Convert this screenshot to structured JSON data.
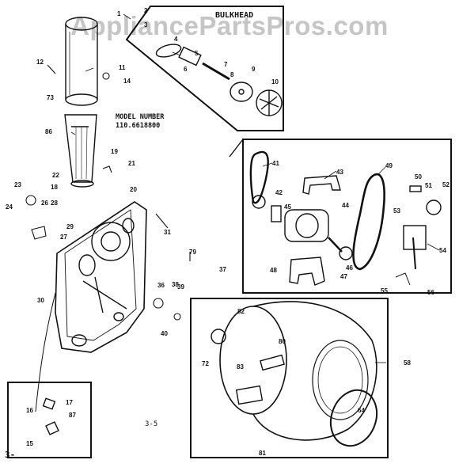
{
  "watermark": "AppliancePartsPros.com",
  "header": {
    "section_title": "BULKHEAD",
    "model_label": "MODEL NUMBER",
    "model_number": "110.6618800"
  },
  "footer": {
    "page_ref": "3-5",
    "corner_mark": "3-"
  },
  "callouts": [
    "1",
    "2",
    "3",
    "4",
    "5",
    "6",
    "7",
    "8",
    "9",
    "10",
    "11",
    "12",
    "14",
    "15",
    "16",
    "17",
    "18",
    "19",
    "20",
    "21",
    "22",
    "23",
    "24",
    "26",
    "27",
    "28",
    "29",
    "30",
    "31",
    "36",
    "37",
    "38",
    "39",
    "40",
    "41",
    "42",
    "43",
    "44",
    "45",
    "46",
    "47",
    "48",
    "49",
    "50",
    "51",
    "52",
    "53",
    "54",
    "55",
    "56",
    "58",
    "64",
    "72",
    "73",
    "79",
    "80",
    "81",
    "82",
    "83",
    "86",
    "87"
  ]
}
